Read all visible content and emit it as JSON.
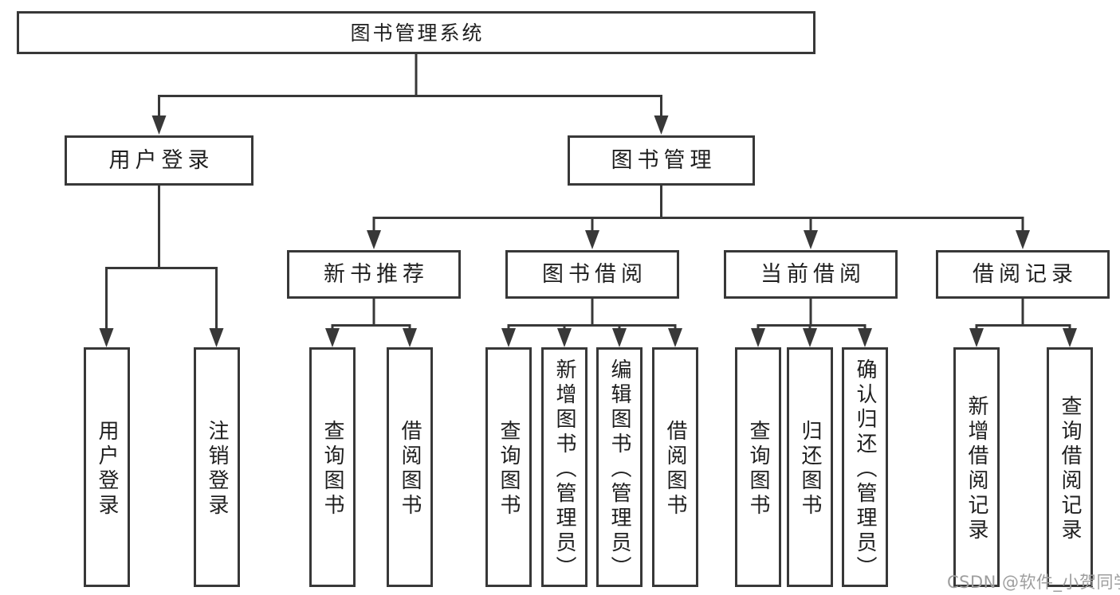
{
  "diagram": {
    "title_node": "图书管理系统",
    "root": {
      "label": "图书管理系统"
    },
    "level2": [
      {
        "label": "用户登录"
      },
      {
        "label": "图书管理"
      }
    ],
    "level3": [
      {
        "label": "新书推荐"
      },
      {
        "label": "图书借阅"
      },
      {
        "label": "当前借阅"
      },
      {
        "label": "借阅记录"
      }
    ],
    "leaves": [
      {
        "label": "用户登录"
      },
      {
        "label": "注销登录"
      },
      {
        "label": "查询图书"
      },
      {
        "label": "借阅图书"
      },
      {
        "label": "查询图书"
      },
      {
        "label": "新增图书（管理员）"
      },
      {
        "label": "编辑图书（管理员）"
      },
      {
        "label": "借阅图书"
      },
      {
        "label": "查询图书"
      },
      {
        "label": "归还图书"
      },
      {
        "label": "确认归还（管理员）"
      },
      {
        "label": "新增借阅记录"
      },
      {
        "label": "查询借阅记录"
      }
    ]
  },
  "watermark": {
    "text": "CSDN @软件_小贺同学"
  },
  "colors": {
    "line": "#383838",
    "text": "#1f1f1f",
    "watermark": "#9e9e9e",
    "bg": "#ffffff"
  }
}
